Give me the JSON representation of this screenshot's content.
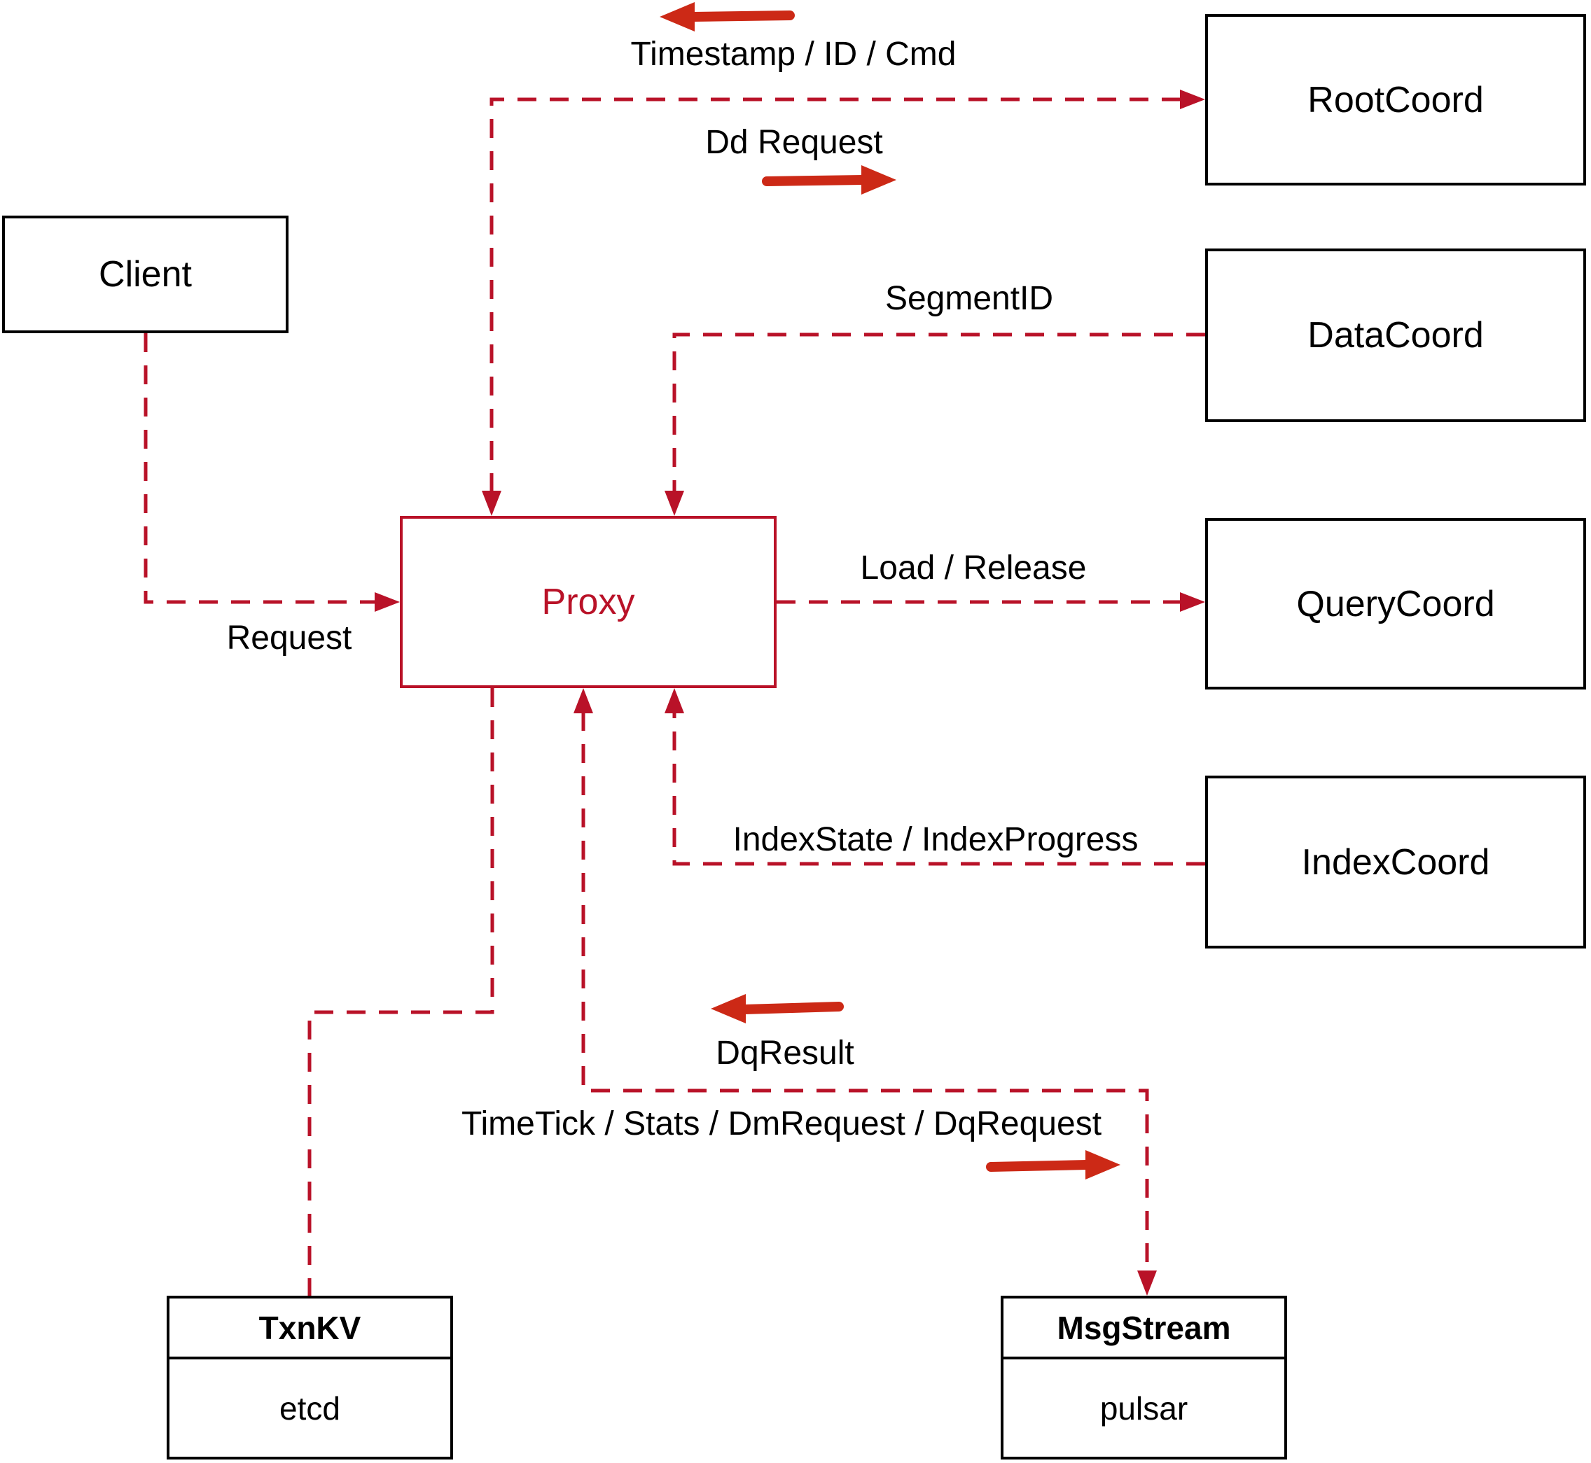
{
  "diagram": {
    "nodes": {
      "client": {
        "label": "Client"
      },
      "root_coord": {
        "label": "RootCoord"
      },
      "data_coord": {
        "label": "DataCoord"
      },
      "query_coord": {
        "label": "QueryCoord"
      },
      "index_coord": {
        "label": "IndexCoord"
      },
      "proxy": {
        "label": "Proxy"
      },
      "txn_kv": {
        "title": "TxnKV",
        "subtitle": "etcd"
      },
      "msg_stream": {
        "title": "MsgStream",
        "subtitle": "pulsar"
      }
    },
    "edge_labels": {
      "timestamp": "Timestamp / ID / Cmd",
      "dd_request": "Dd Request",
      "segment_id": "SegmentID",
      "load_release": "Load / Release",
      "index_state": "IndexState / IndexProgress",
      "request": "Request",
      "dq_result": "DqResult",
      "time_tick": "TimeTick / Stats / DmRequest / DqRequest"
    },
    "colors": {
      "dashed_line_red": "#b91228",
      "annotation_arrow_red": "#cc2916",
      "box_border_black": "#000000",
      "label_text_black": "#000000",
      "background_white": "#ffffff"
    }
  }
}
